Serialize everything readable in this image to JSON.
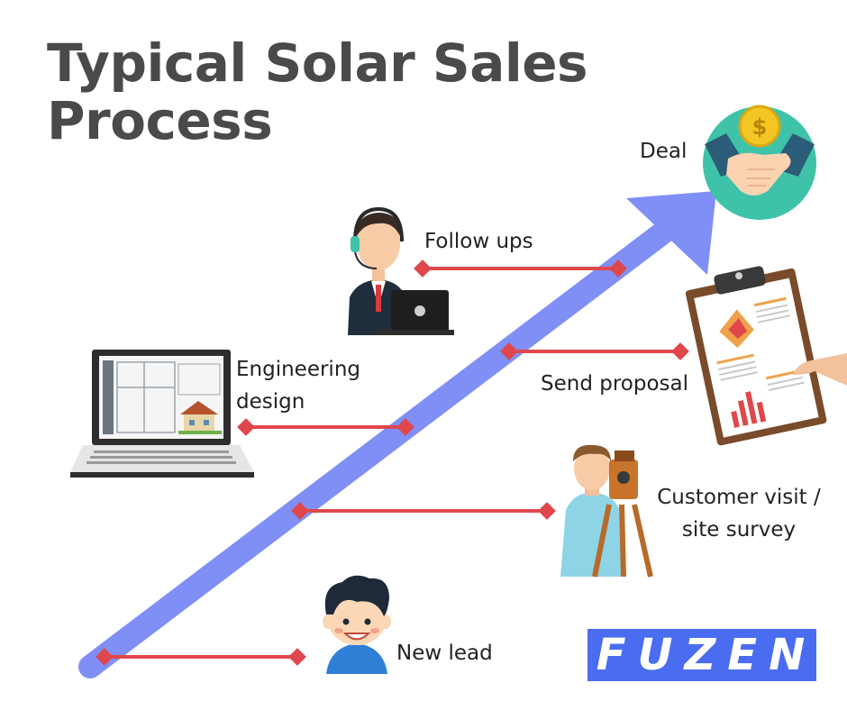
{
  "title": "Typical Solar Sales\nProcess",
  "stages": {
    "new_lead": "New lead",
    "customer_visit": "Customer visit /\nsite survey",
    "engineering": "Engineering\ndesign",
    "send_proposal": "Send proposal",
    "follow_ups": "Follow ups",
    "deal": "Deal"
  },
  "logo": "FUZEN",
  "icons": [
    "cartoon-boy-icon",
    "surveyor-icon",
    "laptop-blueprint-icon",
    "clipboard-report-icon",
    "headset-agent-icon",
    "handshake-coin-icon"
  ],
  "colors": {
    "arrow": "#7f8ff6",
    "connector": "#e0474c",
    "title": "#4a4a4a",
    "logo_bg": "#4a6cf0",
    "deal_circle": "#3ec3a9",
    "coin": "#f3c623"
  }
}
